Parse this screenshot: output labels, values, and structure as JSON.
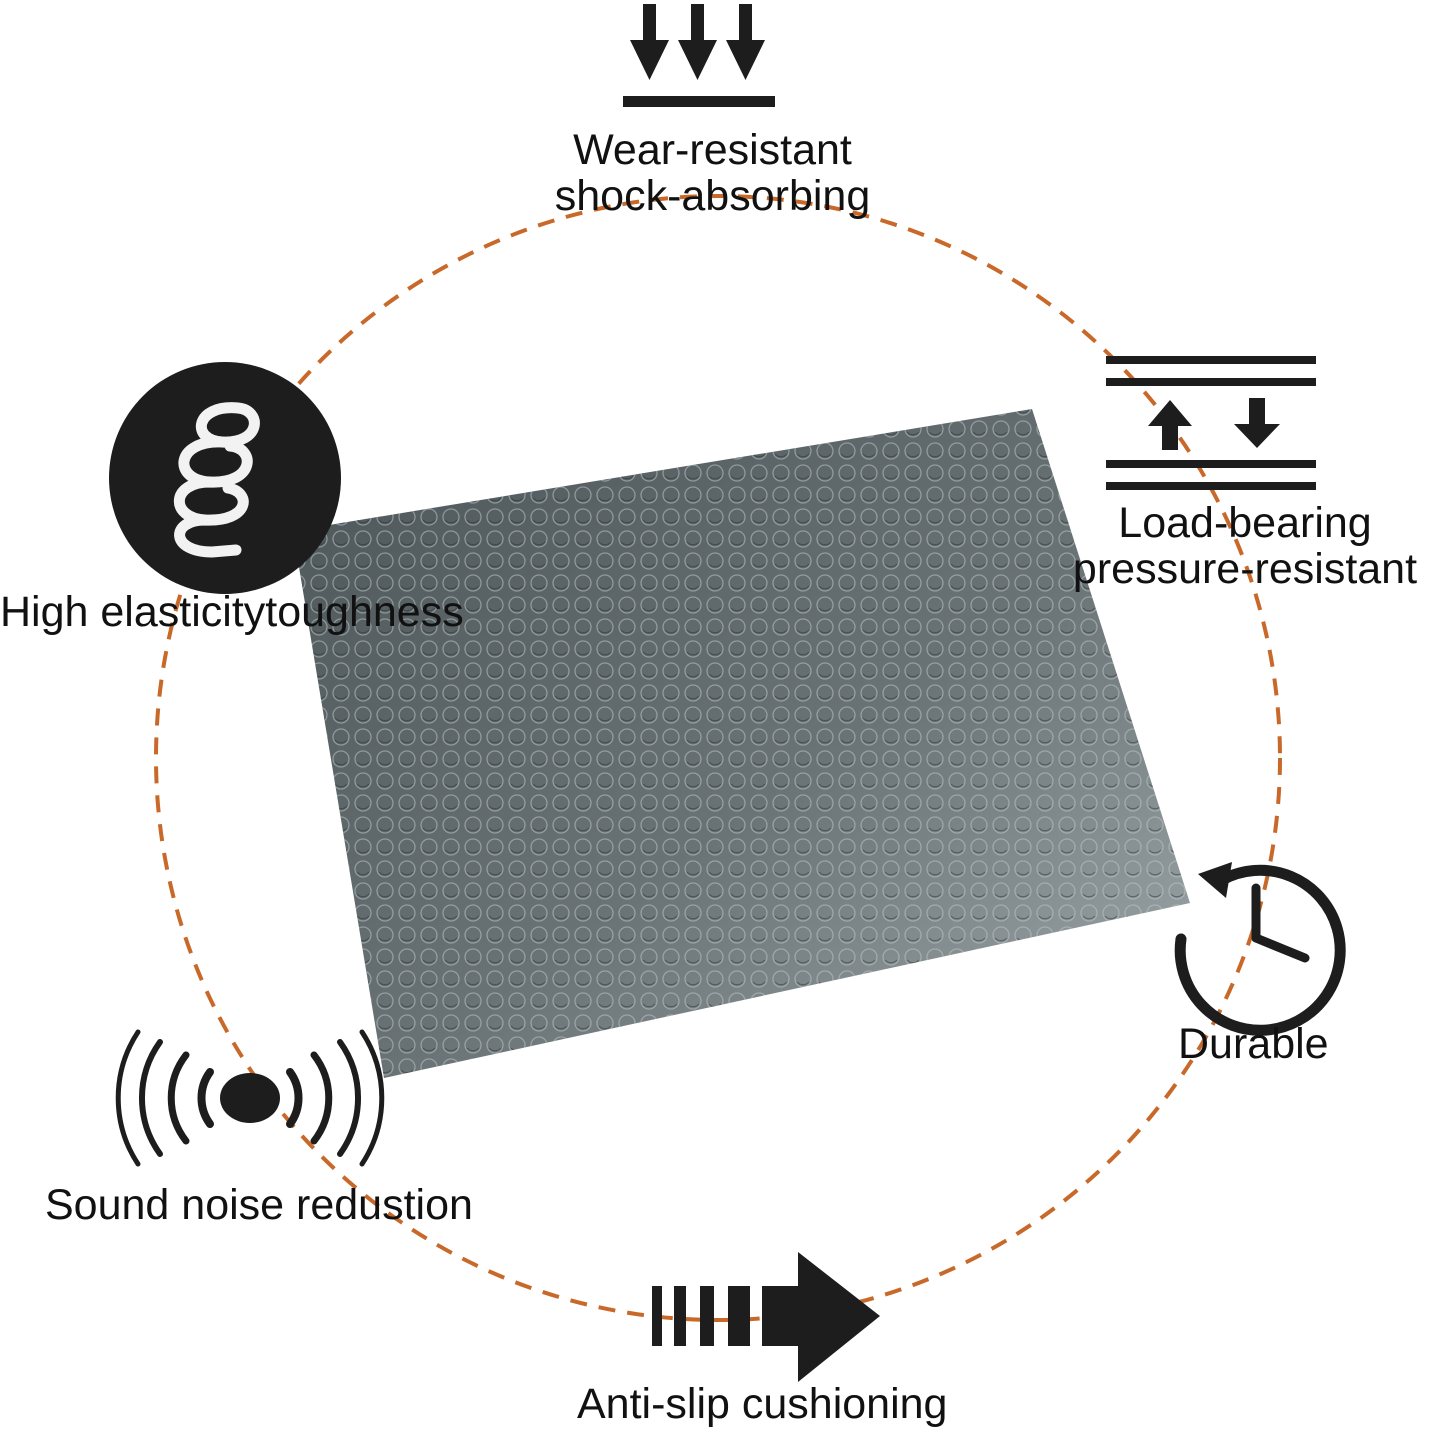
{
  "colors": {
    "ring": "#c8692a",
    "icon": "#1d1d1d",
    "mat_dark": "#4c5557",
    "mat_light": "#9aa3a5",
    "text": "#111111"
  },
  "product": {
    "image": "rubber-mat-with-round-studs"
  },
  "features": {
    "wear": {
      "icon": "three-down-arrows-icon",
      "line1": "Wear-resistant",
      "line2": "shock-absorbing"
    },
    "load": {
      "icon": "compression-plates-icon",
      "line1": "Load-bearing",
      "line2": "pressure-resistant"
    },
    "elastic": {
      "icon": "spring-coil-icon",
      "label": "High elasticitytoughness"
    },
    "durable": {
      "icon": "clock-history-icon",
      "label": "Durable"
    },
    "sound": {
      "icon": "sound-waves-icon",
      "label": "Sound noise redustion"
    },
    "antislip": {
      "icon": "fast-arrow-icon",
      "label": "Anti-slip cushioning"
    }
  }
}
